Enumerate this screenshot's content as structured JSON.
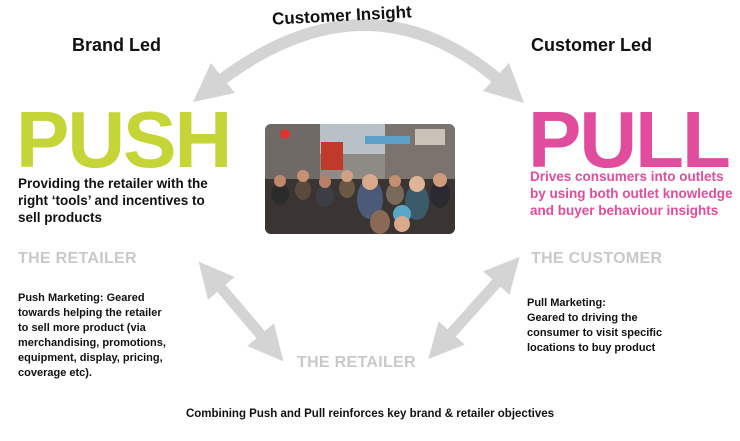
{
  "top_arc_label": "Customer Insight",
  "left": {
    "heading": "Brand Led",
    "big_word": "PUSH",
    "description": "Providing the retailer with the right ‘tools’ and incentives to sell products",
    "section_label": "THE RETAILER",
    "marketing_text_lines": [
      "Push Marketing: Geared",
      "towards helping the retailer",
      "to sell more product (via",
      "merchandising, promotions,",
      "equipment, display, pricing,",
      "coverage etc)."
    ]
  },
  "right": {
    "heading": "Customer Led",
    "big_word": "PULL",
    "description": "Drives consumers into outlets by using both outlet knowledge and buyer behaviour insights",
    "section_label": "THE CUSTOMER",
    "marketing_text_lines": [
      "Pull Marketing:",
      "Geared to driving the",
      "consumer to visit specific",
      "locations to buy product"
    ]
  },
  "bottom_label": "THE RETAILER",
  "footer": "Combining Push and Pull reinforces key brand & retailer objectives",
  "colors": {
    "push": "#c5d436",
    "pull": "#e24c9c",
    "grey": "#c9c9c9",
    "arrow": "#d4d4d4"
  }
}
